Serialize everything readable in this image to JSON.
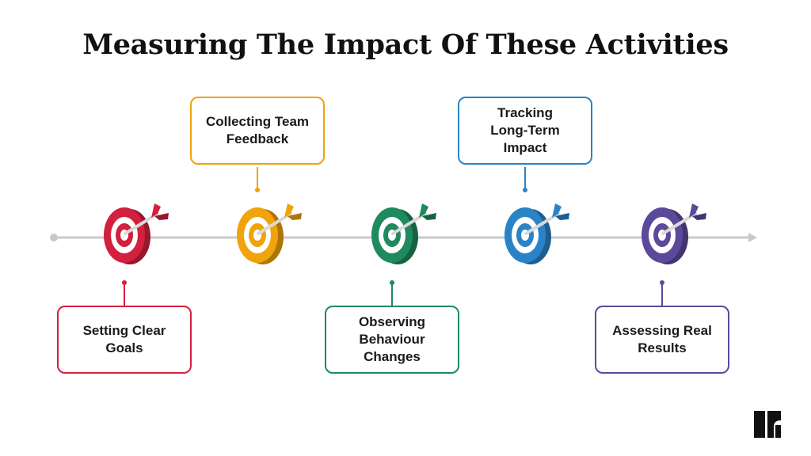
{
  "title": "Measuring The Impact Of These Activities",
  "steps": [
    {
      "label": "Setting Clear Goals",
      "color": "#d3203f",
      "position": "below"
    },
    {
      "label": "Collecting Team Feedback",
      "color": "#f0a30a",
      "position": "above"
    },
    {
      "label": "Observing Behaviour Changes",
      "color": "#1f8a5e",
      "position": "below"
    },
    {
      "label": "Tracking Long-Term Impact",
      "color": "#2a83c6",
      "position": "above"
    },
    {
      "label": "Assessing Real Results",
      "color": "#5b4a9a",
      "position": "below"
    }
  ],
  "timeline_color": "#c9c9c9",
  "icons": {
    "target": "target-arrow-icon",
    "logo": "brand-logo-icon"
  }
}
